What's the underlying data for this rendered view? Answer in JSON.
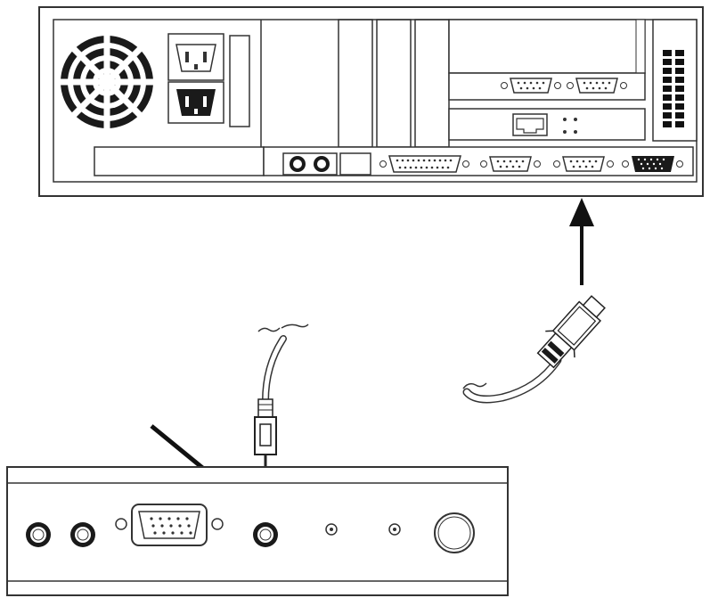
{
  "diagram": {
    "computer_rear_panel": {
      "ports": [
        "fan",
        "power-inlet-out",
        "power-inlet-in",
        "ps2-keyboard",
        "ps2-mouse",
        "usb",
        "parallel",
        "serial-1",
        "serial-2",
        "vga",
        "network",
        "expansion-serial-a",
        "expansion-serial-b"
      ]
    },
    "device_front_panel": {
      "ports": [
        "audio-jack-1",
        "audio-jack-2",
        "vga-port",
        "audio-in-jack",
        "led-1",
        "led-2",
        "power-button"
      ]
    },
    "cables": [
      "audio-cable",
      "serial-cable"
    ],
    "colors": {
      "line": "#222222",
      "fill": "#ffffff",
      "dark": "#111111"
    }
  }
}
